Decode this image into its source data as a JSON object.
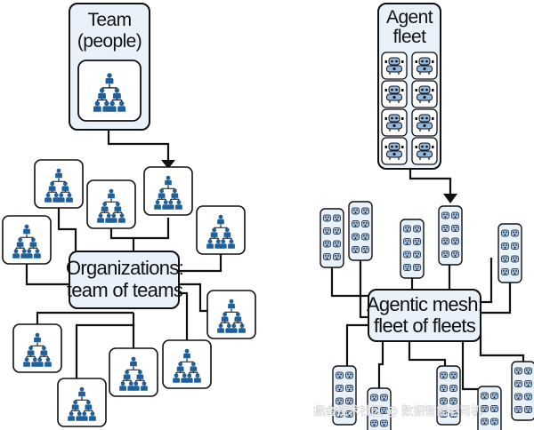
{
  "team": {
    "line1": "Team",
    "line2": "(people)"
  },
  "fleet": {
    "line1": "Agent",
    "line2": "fleet"
  },
  "organizations": {
    "line1": "Organizations:",
    "line2": "team of teams"
  },
  "mesh": {
    "line1": "Agentic mesh:",
    "line2": "fleet of fleets"
  },
  "watermark": "掘金技术社区 @ 数据智能老司机",
  "colors": {
    "box_fill": "#e9f1fa",
    "person_blue": "#1f5f9a",
    "robot_blue": "#8fb8e0",
    "line": "#111111"
  }
}
